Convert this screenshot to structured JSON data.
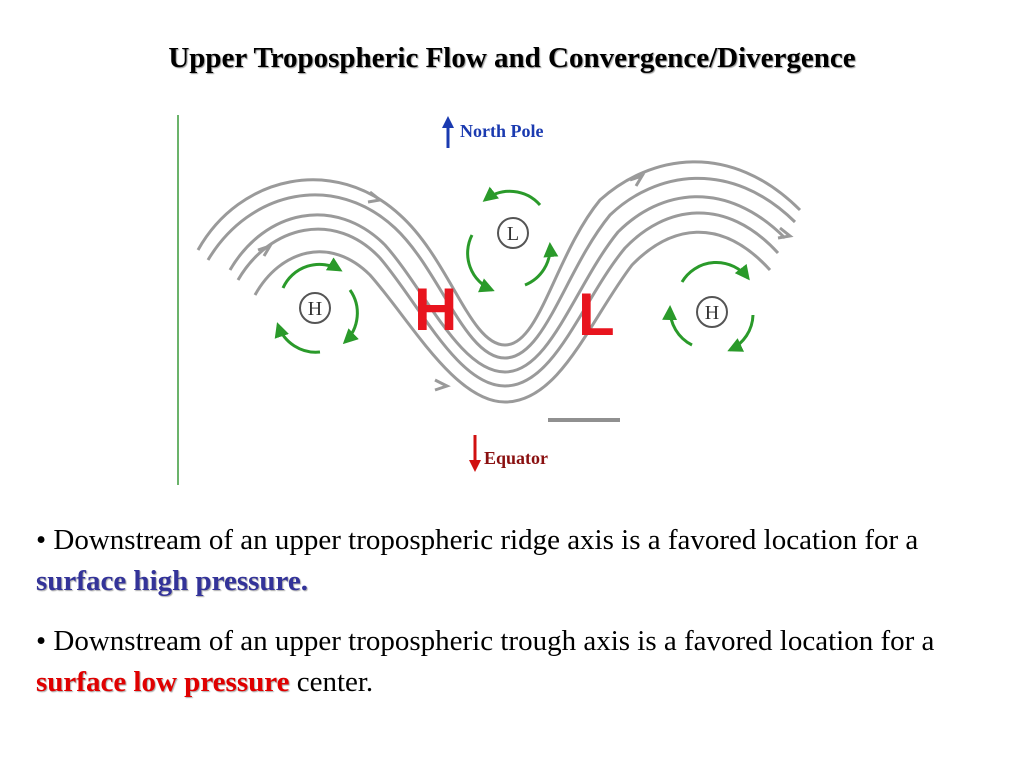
{
  "title": "Upper Tropospheric Flow and Convergence/Divergence",
  "diagram": {
    "north_label": "North Pole",
    "equator_label": "Equator",
    "ridge_label": "H",
    "trough_label": "L",
    "circle_labels": [
      "H",
      "L",
      "H"
    ],
    "colors": {
      "flow": "#9a9a9a",
      "circulation": "#2a9a2a",
      "big_letters": "#e8141e",
      "pole_arrow": "#1a3ab0",
      "equator_arrow": "#d01010"
    }
  },
  "bullets": [
    {
      "before": "• Downstream of an upper tropospheric ridge axis is a favored location for a ",
      "highlight": "surface high pressure.",
      "after": ""
    },
    {
      "before": "• Downstream of an upper tropospheric trough axis is a favored location for a ",
      "highlight": "surface low pressure",
      "after": " center."
    }
  ]
}
